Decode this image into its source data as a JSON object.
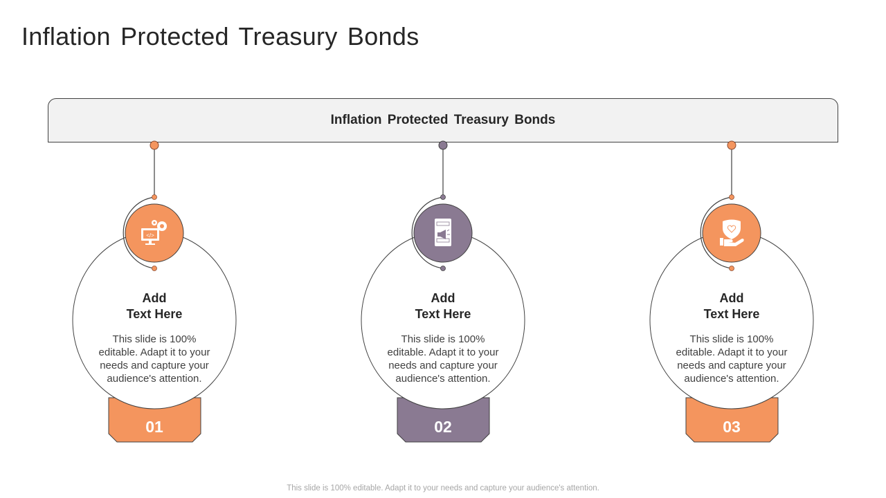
{
  "page": {
    "title": "Inflation Protected Treasury Bonds",
    "footer": "This slide is 100% editable. Adapt it to your needs and capture your audience's attention."
  },
  "banner": {
    "label": "Inflation Protected Treasury Bonds"
  },
  "colors": {
    "orange": "#f4955e",
    "purple": "#8a7a92",
    "banner_bg": "#f2f2f2",
    "outline": "#404040"
  },
  "items": [
    {
      "number": "01",
      "heading_line1": "Add",
      "heading_line2": "Text Here",
      "body": "This slide is 100% editable. Adapt it to your needs and capture your audience's attention.",
      "icon": "computer-code-gear-icon",
      "color": "#f4955e"
    },
    {
      "number": "02",
      "heading_line1": "Add",
      "heading_line2": "Text Here",
      "body": "This slide is 100% editable. Adapt it to your needs and capture your audience's attention.",
      "icon": "mobile-megaphone-icon",
      "color": "#8a7a92"
    },
    {
      "number": "03",
      "heading_line1": "Add",
      "heading_line2": "Text Here",
      "body": "This slide is 100% editable. Adapt it to your needs and capture your audience's attention.",
      "icon": "hand-shield-heart-icon",
      "color": "#f4955e"
    }
  ]
}
